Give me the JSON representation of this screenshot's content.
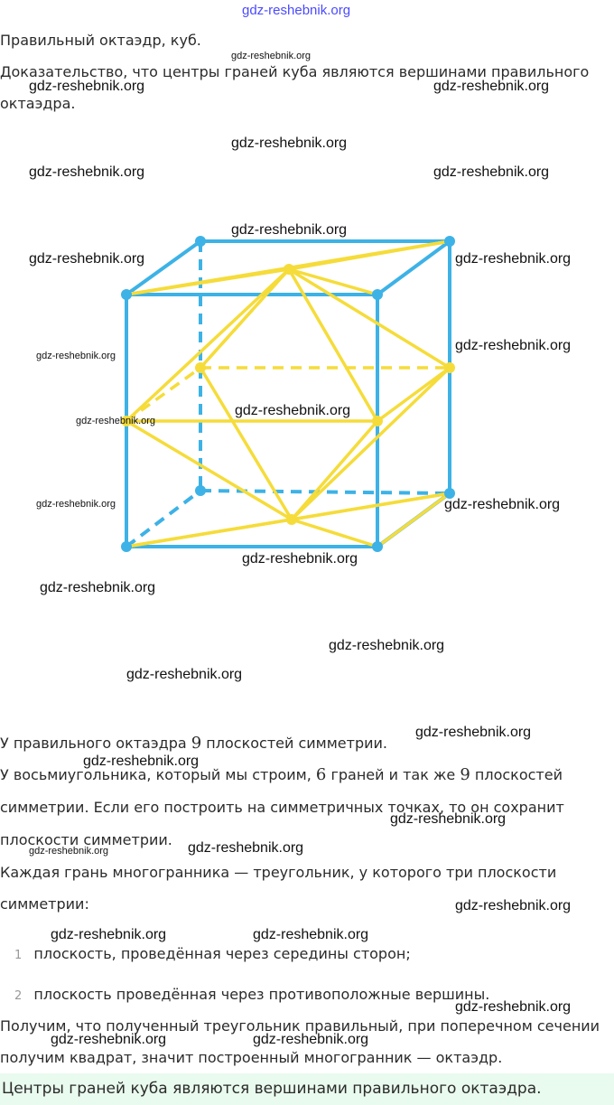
{
  "watermarks": {
    "top": "gdz-reshebnik.org",
    "text": "gdz-reshebnik.org"
  },
  "heading": "Правильный октаэдр, куб.",
  "intro_line1": "Доказательство, что центры граней куба являются вершинами правильного",
  "intro_line2": "октаэдра.",
  "symmetry": {
    "p1_a": "У правильного октаэдра",
    "p1_num": "9",
    "p1_b": "плоскостей симметрии.",
    "p2_a": "У восьмиугольника, который мы строим,",
    "p2_num1": "6",
    "p2_b": "граней и так же",
    "p2_num2": "9",
    "p2_c": "плоскостей",
    "p3": "симметрии. Если его построить на симметричных точках, то он сохранит",
    "p4": "плоскости симметрии."
  },
  "faces": {
    "p1": "Каждая грань многогранника — треугольник, у которого три плоскости",
    "p2": "симметрии:"
  },
  "list": [
    {
      "num": "1",
      "text": "плоскость, проведённая через середины сторон;"
    },
    {
      "num": "2",
      "text": "плоскость проведённая через противоположные вершины."
    }
  ],
  "result": {
    "line1": "Получим, что полученный треугольник правильный, при поперечном сечении",
    "line2": "получим квадрат, значит построенный многогранник — октаэдр."
  },
  "conclusion": "Центры граней куба являются вершинами правильного октаэдра.",
  "colors": {
    "cube": "#3db2e6",
    "octahedron": "#f5dc3a",
    "conclusion_bg": "#e9faee"
  }
}
